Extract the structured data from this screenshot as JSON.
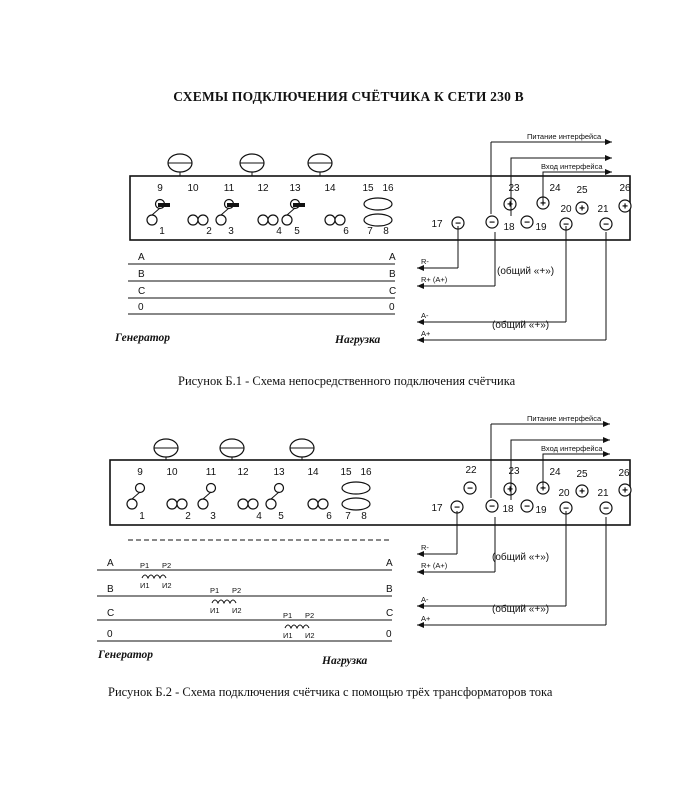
{
  "title": "СХЕМЫ ПОДКЛЮЧЕНИЯ СЧЁТЧИКА К СЕТИ 230 В",
  "caption1": "Рисунок  Б.1 - Схема непосредственного подключения счётчика",
  "caption2": "Рисунок  Б.2 - Схема подключения счётчика с помощью трёх трансформаторов тока",
  "labels": {
    "power": "Питание интерфейса",
    "input": "Вход интерфейса",
    "common": "(общий «+»)",
    "r_minus": "R-",
    "r_plus": "R+ (A+)",
    "a_minus": "A-",
    "a_plus": "A+",
    "generator": "Генератор",
    "load": "Нагрузка",
    "phase_a": "A",
    "phase_b": "B",
    "phase_c": "C",
    "neutral": "0",
    "t_p1": "Р1",
    "t_p2": "Р2",
    "t_i1": "И1",
    "t_i2": "И2"
  },
  "terminals_top": [
    "9",
    "10",
    "11",
    "12",
    "13",
    "14",
    "15",
    "16"
  ],
  "terminals_bottom": [
    "1",
    "2",
    "3",
    "4",
    "5",
    "6",
    "7",
    "8"
  ],
  "terminals_iface": [
    "17",
    "18",
    "19",
    "20",
    "21",
    "22",
    "23",
    "24",
    "25",
    "26"
  ]
}
